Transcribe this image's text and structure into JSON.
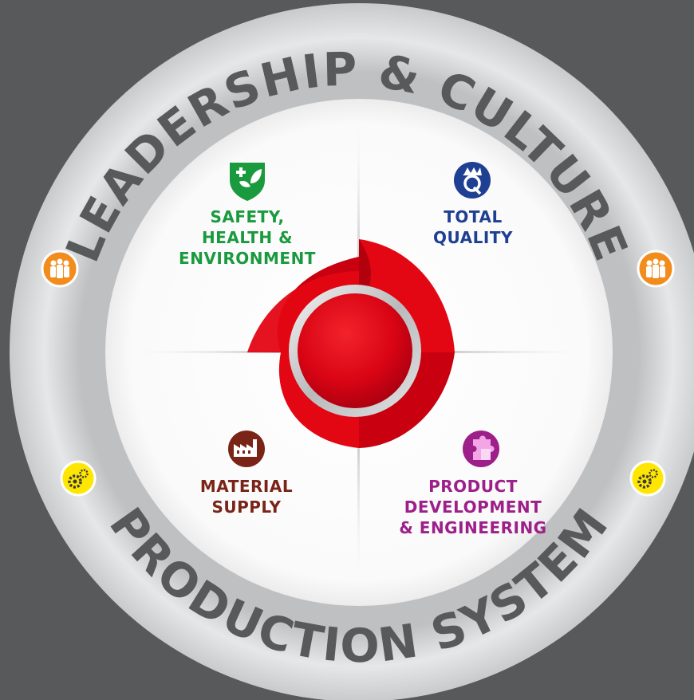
{
  "ring": {
    "top_text": "LEADERSHIP & CULTURE",
    "bottom_text": "PRODUCTION SYSTEM"
  },
  "quadrants": {
    "safety": {
      "lines": [
        "SAFETY,",
        "HEALTH &",
        "ENVIRONMENT"
      ],
      "color": "#1a9a3e",
      "icon": "shield-cross-leaf-icon"
    },
    "quality": {
      "lines": [
        "TOTAL",
        "QUALITY"
      ],
      "color": "#1f3f93",
      "icon": "crown-q-icon"
    },
    "material": {
      "lines": [
        "MATERIAL",
        "SUPPLY"
      ],
      "color": "#7a2418",
      "icon": "factory-icon"
    },
    "product": {
      "lines": [
        "PRODUCT",
        "DEVELOPMENT",
        "& ENGINEERING"
      ],
      "color": "#9c1f8a",
      "icon": "puzzle-icon"
    }
  },
  "side_icons": {
    "people": {
      "icon": "people-icon",
      "color": "#f28c1c"
    },
    "gears": {
      "icon": "gears-icon",
      "color": "#ffe600"
    }
  },
  "colors": {
    "background": "#58595b",
    "ring": "#d9dadb",
    "ring_text": "#58595b",
    "center_red": "#e30613"
  }
}
